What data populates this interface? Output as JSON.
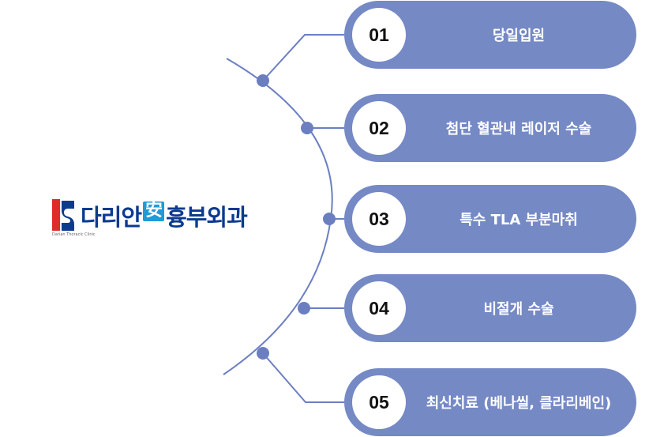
{
  "logo": {
    "name_left": "다리안",
    "name_char": "安",
    "name_right": "흉부외과",
    "tagline": "Darian Thoracic Clinic",
    "red": "#e02b2b",
    "blue": "#0b3a8f"
  },
  "items": [
    {
      "number": "01",
      "label": "당일입원"
    },
    {
      "number": "02",
      "label": "첨단 혈관내 레이저 수술"
    },
    {
      "number": "03",
      "label": "특수 TLA 부분마취"
    },
    {
      "number": "04",
      "label": "비절개 수술"
    },
    {
      "number": "05",
      "label": "최신치료 (베나씰, 클라리베인)"
    }
  ],
  "colors": {
    "pill": "#7589c5",
    "line": "#6b7fc0"
  }
}
